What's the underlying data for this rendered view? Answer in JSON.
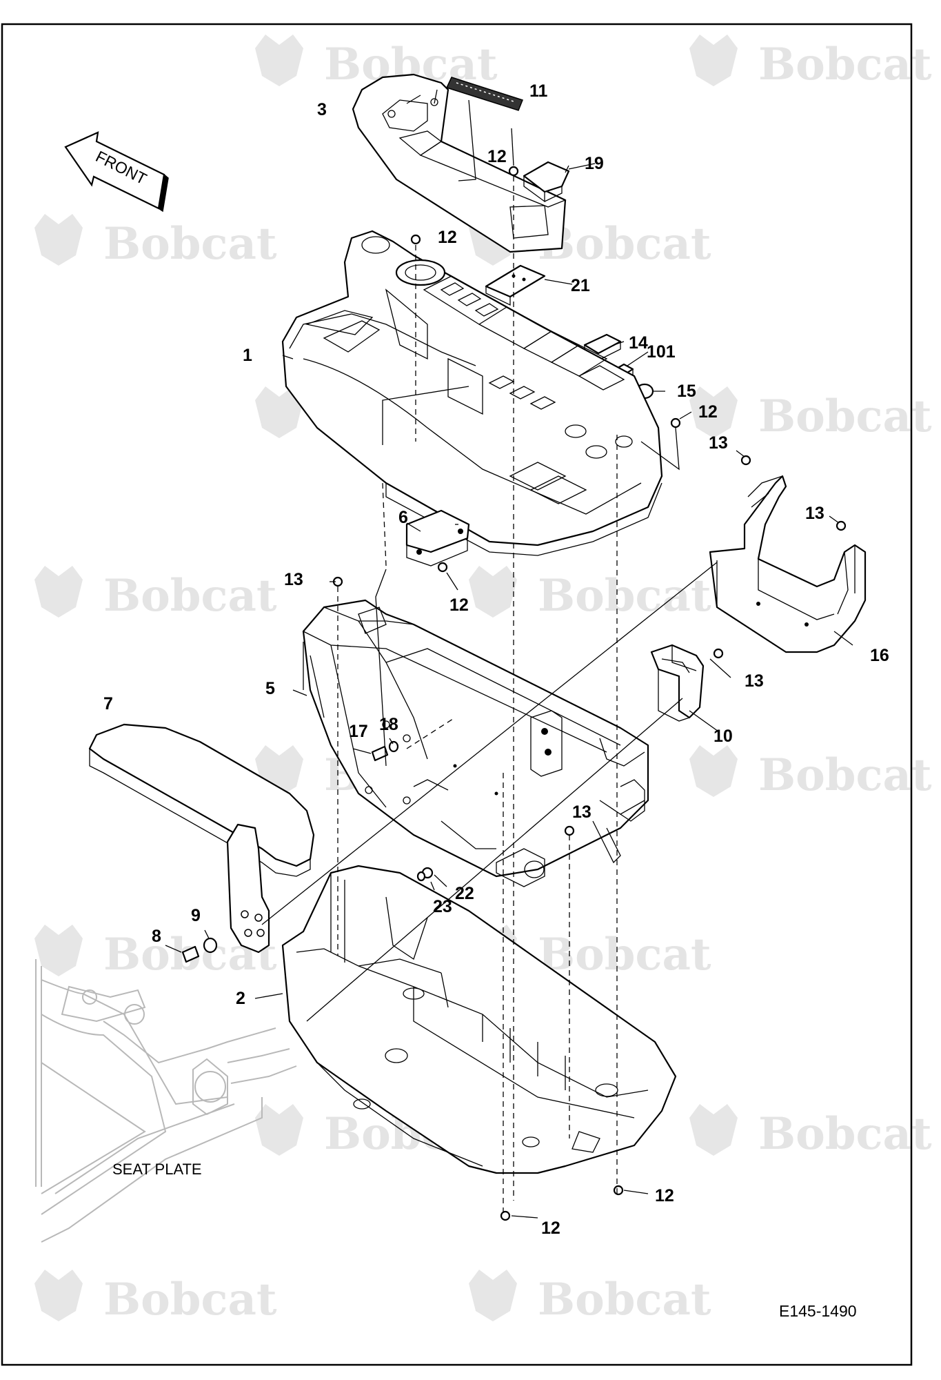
{
  "drawing": {
    "id": "E145-1490",
    "front_label": "FRONT",
    "seat_plate_label": "SEAT PLATE",
    "watermark": "Bobcat",
    "callouts": [
      {
        "key": "c1",
        "label": "1"
      },
      {
        "key": "c2",
        "label": "2"
      },
      {
        "key": "c3",
        "label": "3"
      },
      {
        "key": "c5",
        "label": "5"
      },
      {
        "key": "c6",
        "label": "6"
      },
      {
        "key": "c7",
        "label": "7"
      },
      {
        "key": "c8",
        "label": "8"
      },
      {
        "key": "c9",
        "label": "9"
      },
      {
        "key": "c10",
        "label": "10"
      },
      {
        "key": "c11",
        "label": "11"
      },
      {
        "key": "c12a",
        "label": "12"
      },
      {
        "key": "c12b",
        "label": "12"
      },
      {
        "key": "c12c",
        "label": "12"
      },
      {
        "key": "c12d",
        "label": "12"
      },
      {
        "key": "c12e",
        "label": "12"
      },
      {
        "key": "c12f",
        "label": "12"
      },
      {
        "key": "c13a",
        "label": "13"
      },
      {
        "key": "c13b",
        "label": "13"
      },
      {
        "key": "c13c",
        "label": "13"
      },
      {
        "key": "c13d",
        "label": "13"
      },
      {
        "key": "c13e",
        "label": "13"
      },
      {
        "key": "c14",
        "label": "14"
      },
      {
        "key": "c15",
        "label": "15"
      },
      {
        "key": "c16",
        "label": "16"
      },
      {
        "key": "c17",
        "label": "17"
      },
      {
        "key": "c18",
        "label": "18"
      },
      {
        "key": "c19",
        "label": "19"
      },
      {
        "key": "c21",
        "label": "21"
      },
      {
        "key": "c22",
        "label": "22"
      },
      {
        "key": "c23",
        "label": "23"
      },
      {
        "key": "c101",
        "label": "101"
      }
    ]
  }
}
